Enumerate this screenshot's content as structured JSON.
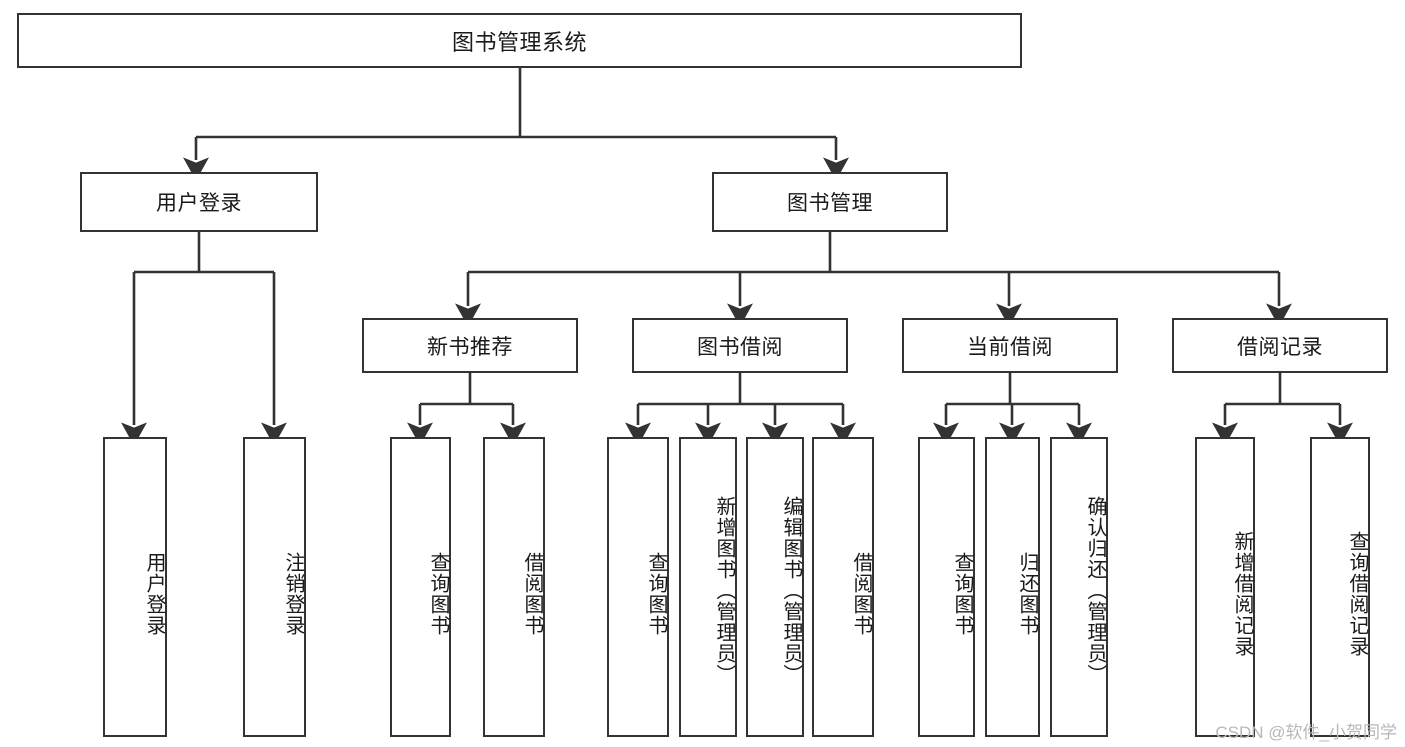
{
  "diagram": {
    "title": "图书管理系统",
    "root": {
      "label": "图书管理系统"
    },
    "level1": [
      {
        "label": "用户登录"
      },
      {
        "label": "图书管理"
      }
    ],
    "level2": [
      {
        "label": "新书推荐"
      },
      {
        "label": "图书借阅"
      },
      {
        "label": "当前借阅"
      },
      {
        "label": "借阅记录"
      }
    ],
    "leaves": {
      "user_login": [
        {
          "label": "用户登录"
        },
        {
          "label": "注销登录"
        }
      ],
      "new_book_recommend": [
        {
          "label": "查询图书"
        },
        {
          "label": "借阅图书"
        }
      ],
      "book_borrow": [
        {
          "label": "查询图书"
        },
        {
          "label": "新增图书（管理员）"
        },
        {
          "label": "编辑图书（管理员）"
        },
        {
          "label": "借阅图书"
        }
      ],
      "current_borrow": [
        {
          "label": "查询图书"
        },
        {
          "label": "归还图书"
        },
        {
          "label": "确认归还（管理员）"
        }
      ],
      "borrow_record": [
        {
          "label": "新增借阅记录"
        },
        {
          "label": "查询借阅记录"
        }
      ]
    }
  },
  "watermark": {
    "text": "CSDN @软件_小贺同学"
  },
  "colors": {
    "stroke": "#333333",
    "text": "#1a1a1a",
    "background": "#ffffff",
    "watermark": "#b8b8b8"
  }
}
